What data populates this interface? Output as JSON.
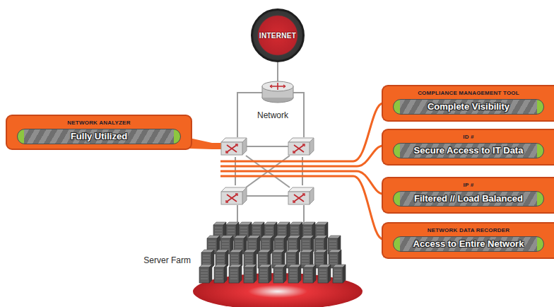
{
  "diagram": {
    "nodes": [
      {
        "text": [
          "INTERNET"
        ]
      },
      {
        "text": [
          "COMPLIANCE MANAGEMENT TOOL",
          "Complete Visibility"
        ]
      },
      {
        "text": [
          "NETWORK ANALYZER",
          "Fully Utilized"
        ]
      },
      {
        "text": [
          "ID #",
          "Secure Access to IT Data"
        ]
      },
      {
        "text": [
          "IP #",
          "Filtered // Load Balanced"
        ]
      },
      {
        "text": [
          "NETWORK DATA RECORDER",
          "Access to Entire Network"
        ]
      }
    ],
    "labels": [
      "Network",
      "Server Farm"
    ]
  }
}
